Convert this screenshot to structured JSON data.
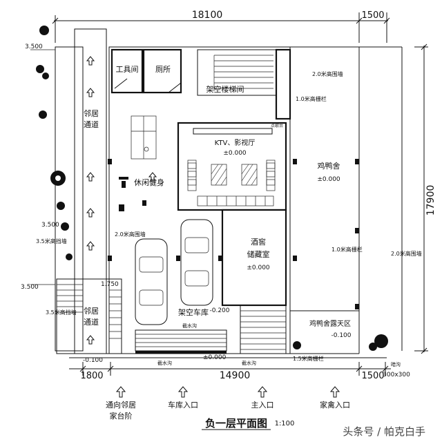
{
  "dimensions": {
    "top_total": "18100",
    "top_right": "1500",
    "bottom_left": "1800",
    "bottom_middle": "14900",
    "bottom_right": "1500",
    "right_side": "17900",
    "pier": "300x300"
  },
  "rooms": {
    "tool_room": "工具间",
    "toilet": "厕所",
    "stair": "架空楼梯间",
    "ktv": "KTV、影视厅",
    "ktv_level": "±0.000",
    "fitness": "休闲健身",
    "poultry": "鸡鸭舍",
    "poultry_level": "±0.000",
    "cellar_line1": "酒窖",
    "cellar_line2": "储藏室",
    "cellar_level": "±0.000",
    "garage": "架空车库",
    "garage_level": "-0.200",
    "poultry_yard": "鸡鸭舍露天区",
    "poultry_yard_level": "-0.100",
    "neighbor_path_top_1": "邻居",
    "neighbor_path_top_2": "通道",
    "neighbor_path_bot_1": "邻居",
    "neighbor_path_bot_2": "通道"
  },
  "annotations": {
    "elev_3500_a": "3.500",
    "elev_3500_b": "3.500",
    "elev_3500_c": "3.500",
    "wall_35_a": "3.5米高挡墙",
    "wall_35_b": "3.5米高挡墙",
    "fence_20_a": "2.0米高围墙",
    "fence_20_b": "2.0米高围墙",
    "fence_20_c": "2.0米高围墙",
    "rail_10_a": "1.0米高栅栏",
    "rail_10_b": "1.0米高栅栏",
    "rail_15": "1.5米高栅栏",
    "elev_1750": "1.750",
    "elev_m0100": "-0.100",
    "elev_0000": "±0.000",
    "drain_1": "截水沟",
    "drain_2": "截水沟",
    "drain_3": "截水沟",
    "dark_ditch": "暗沟",
    "stage": "点歌台"
  },
  "entrances": {
    "neighbor_step_1": "通向邻居",
    "neighbor_step_2": "家台阶",
    "garage_entry": "车库入口",
    "main_entry": "主入口",
    "poultry_entry": "家禽入口"
  },
  "title": {
    "main": "负一层平面图",
    "scale": "1:100"
  },
  "watermark": "头条号 / 帕克白手"
}
